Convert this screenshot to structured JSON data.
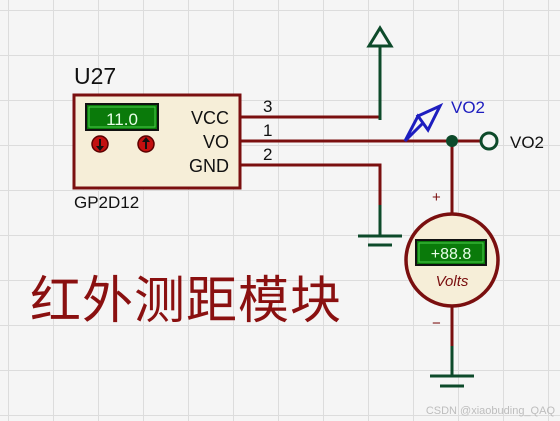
{
  "component": {
    "ref": "U27",
    "part": "GP2D12",
    "display_value": "11.0",
    "pins": [
      {
        "name": "VCC",
        "number": "3"
      },
      {
        "name": "VO",
        "number": "1"
      },
      {
        "name": "GND",
        "number": "2"
      }
    ]
  },
  "probe": {
    "label": "VO2"
  },
  "terminal": {
    "label": "VO2"
  },
  "voltmeter": {
    "reading": "+88.8",
    "unit": "Volts",
    "plus": "+",
    "minus": "−"
  },
  "caption": "红外测距模块",
  "watermark": "CSDN @xiaobuding_QAQ",
  "colors": {
    "wire": "#7a0f0f",
    "body": "#f6eed8",
    "outline": "#7a0f0f",
    "lcd_bg": "#0a7a0a",
    "lcd_text": "#e8ffe8",
    "ground_power": "#0d4a2a",
    "probe_label": "#1d1dbf",
    "caption": "#8a1010"
  }
}
